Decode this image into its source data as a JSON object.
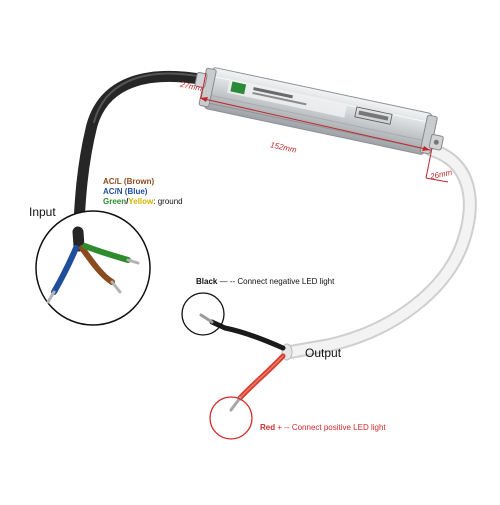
{
  "labels": {
    "input": "Input",
    "output": "Output",
    "ac_l": "AC/L",
    "ac_l_color": "(Brown)",
    "ac_n": "AC/N",
    "ac_n_color": "(Blue)",
    "ground_green": "Green",
    "ground_slash": "/",
    "ground_yellow": "Yellow",
    "ground_text": ": ground",
    "black_label": "Black",
    "black_symbol": "—",
    "black_text": "-- Connect negative LED light",
    "red_label": "Red",
    "red_symbol": "+",
    "red_text": "-- Connect positive LED light",
    "dim_length": "152mm",
    "dim_height": "27mm",
    "dim_width": "26mm"
  },
  "colors": {
    "brown": "#8a4b1f",
    "blue": "#1f4e9c",
    "green": "#2e8b2e",
    "yellow": "#d4b400",
    "red_accent": "#d42a2a",
    "dim_red": "#c0272d",
    "black": "#111111"
  }
}
